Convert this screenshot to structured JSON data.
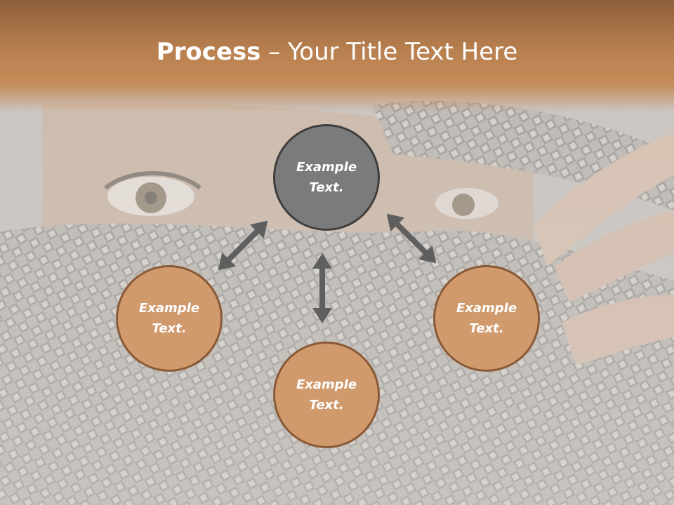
{
  "title": {
    "bold": "Process",
    "rest": " – Your Title Text Here"
  },
  "nodes": {
    "top": {
      "line1": "Example",
      "line2": "Text."
    },
    "left": {
      "line1": "Example",
      "line2": "Text."
    },
    "right": {
      "line1": "Example",
      "line2": "Text."
    },
    "bottom": {
      "line1": "Example",
      "line2": "Text."
    }
  },
  "colors": {
    "header": "#c58c5a",
    "node_fill": "#d09a6c",
    "node_border": "#8a5a36",
    "top_node_fill": "#7b7b7b",
    "arrow": "#5f5f5f"
  },
  "icons": {
    "arrows": "double-headed-arrow-icon"
  }
}
